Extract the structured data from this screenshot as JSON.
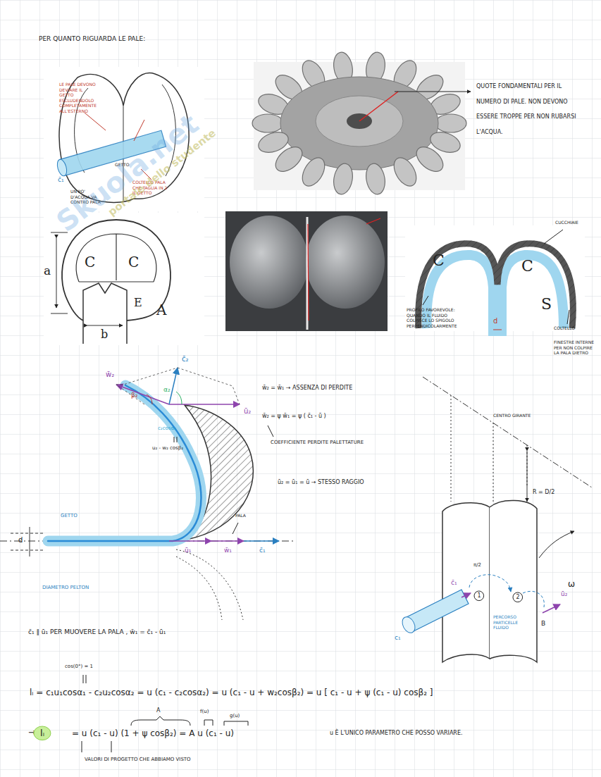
{
  "diagram": {
    "nodes": [
      {
        "text": [
          "1"
        ]
      },
      {
        "text": [
          "2"
        ]
      },
      {
        "text": [
          "lᵢ"
        ]
      }
    ],
    "labels": [
      "PER QUANTO RIGUARDA LE PALE:",
      "LE PALE DEVONO DEVIARE IL GETTO ESCLUDENDOLO COMPLETAMENTE ALL'ESTERNO",
      "c̄₁",
      "GETTO",
      "COLTELLO PALA CHE TAGLIA IN 2 IL GETTO",
      "UN PO' D'ACQUA VA CONTRO PALA",
      "a",
      "b",
      "C",
      "C",
      "E",
      "A",
      "QUOTE FONDAMENTALI PER IL NUMERO DI PALE. NON DEVONO ESSERE TROPPE PER NON RUBARSI L'ACQUA.",
      "CUCCHIAIE",
      "C",
      "C",
      "S",
      "d",
      "PROFILO FAVOREVOLE: QUANDO IL FLUIDO COLPISCE LO SPIGOLO PERPENDICOLARMENTE",
      "COLTELLO",
      "FINESTRE INTERNE PER NON COLPIRE LA PALA DIETRO",
      "w̄₂",
      "c̄₂",
      "β₂",
      "α₂",
      "ū₂",
      "c₂cosα₂",
      "u₂ - w₂ cosβ₂",
      "w̄₂ = w̄₁ → ASSENZA DI PERDITE",
      "w̄₂ = ψ w̄₁ = ψ ( c̄₁ - ū )",
      "COEFFICIENTE PERDITE PALETTATURE",
      "ū₂ = ū₁ = ū → STESSO RAGGIO",
      "PALA",
      "GETTO",
      "d",
      "DIAMETRO PELTON",
      "ū₁",
      "w̄₁",
      "c̄₁",
      "CENTRO GIRANTE",
      "R = D/2",
      "ω",
      "π/2",
      "c̄₁",
      "ū₂",
      "B",
      "PERCORSO PARTICELLE FLUIDO",
      "c₁",
      "c̄₁ ∥ ū₁   PER   MUOVERE   LA PALA  ,   w̄₁ = c̄₁ - ū₁",
      "cos(0°) = 1",
      "lᵢ = c₁u₁cosα₁ - c₂u₂cosα₂ = u (c₁ - c₂cosα₂) = u (c₁ - u + w₂cosβ₂) = u [ c₁ - u + ψ (c₁ - u) cosβ₂ ]",
      "→",
      "= u (c₁ - u) (1 + ψ cosβ₂) = A u (c₁ - u)",
      "A",
      "f(u)",
      "g(u)",
      "u È L'UNICO PARAMETRO CHE POSSO VARIARE.",
      "VALORI DI PROGETTO CHE ABBIAMO VISTO",
      "Skuola.net",
      "portale dello studente"
    ]
  }
}
